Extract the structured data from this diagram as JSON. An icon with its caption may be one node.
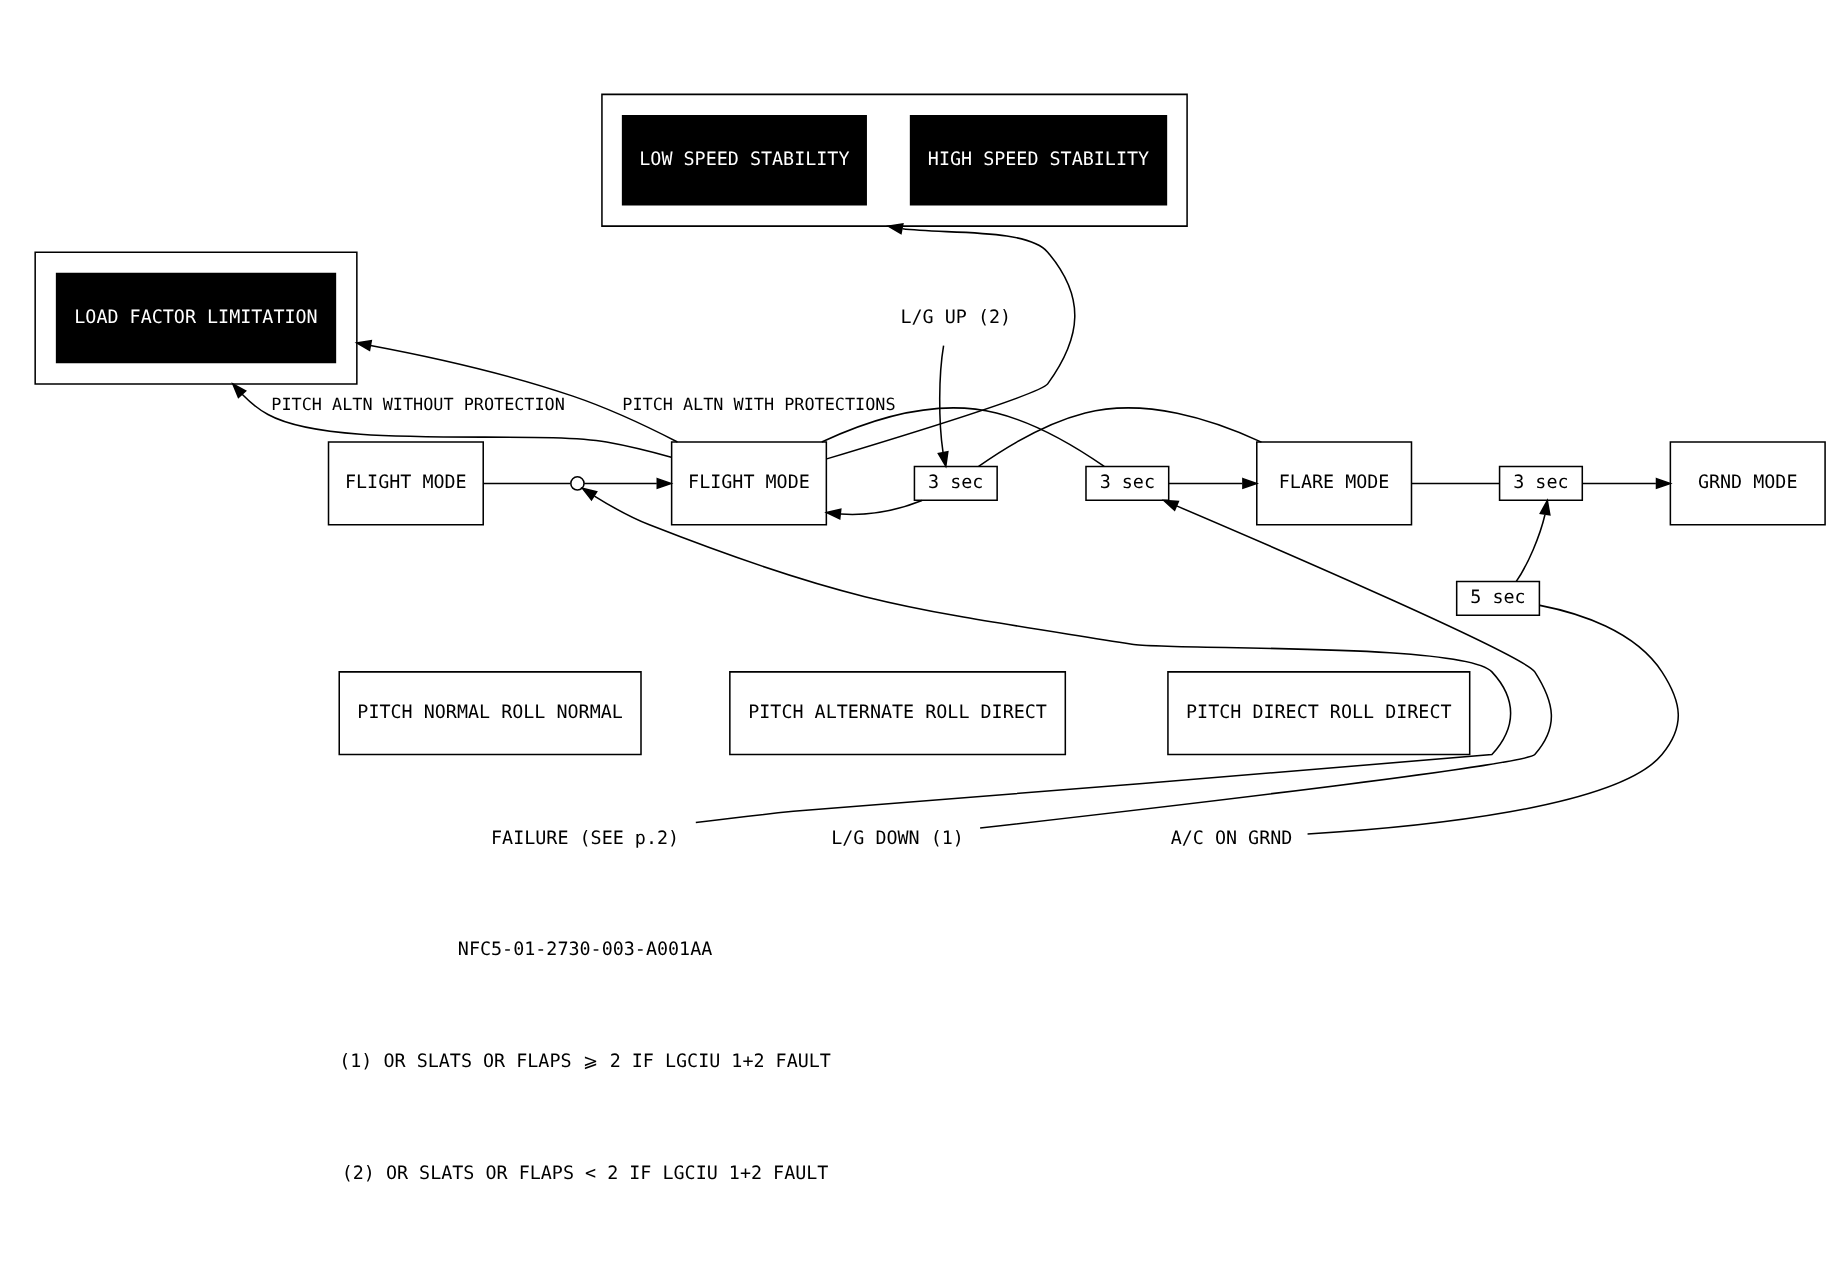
{
  "diagram": {
    "nodes": [
      {
        "text": [],
        "shape": "box"
      },
      {
        "text": [
          "LOAD FACTOR LIMITATION"
        ],
        "in": 0
      },
      {
        "text": [],
        "shape": "box"
      },
      {
        "text": [
          "LOW SPEED STABILITY"
        ],
        "in": 2
      },
      {
        "text": [
          "HIGH SPEED STABILITY"
        ],
        "in": 2
      },
      {
        "text": [
          "FLIGHT MODE"
        ]
      },
      {
        "text": [
          "FLIGHT MODE"
        ]
      },
      {
        "text": [
          "3 sec"
        ]
      },
      {
        "text": [
          "3 sec"
        ]
      },
      {
        "text": [
          "FLARE MODE"
        ]
      },
      {
        "text": [
          "3 sec"
        ]
      },
      {
        "text": [
          "GRND MODE"
        ]
      },
      {
        "text": [
          "5 sec"
        ]
      },
      {
        "text": [
          "PITCH NORMAL ROLL NORMAL"
        ]
      },
      {
        "text": [
          "PITCH ALTERNATE ROLL DIRECT"
        ]
      },
      {
        "text": [
          "PITCH DIRECT ROLL DIRECT"
        ]
      },
      {
        "text": [
          "L/G UP (2)"
        ]
      },
      {
        "text": [
          "L/G DOWN (1)"
        ]
      },
      {
        "text": [
          "FAILURE (SEE p.2)"
        ]
      },
      {
        "text": [
          "A/C ON GRND"
        ]
      },
      {
        "text": [],
        "shape": "switch"
      }
    ],
    "edges": [
      {
        "from": 6,
        "to": 0,
        "arrow": "to",
        "label": "PITCH ALTN WITHOUT PROTECTION"
      },
      {
        "from": 6,
        "to": 0,
        "arrow": "to",
        "label": "PITCH ALTN WITH PROTECTIONS"
      },
      {
        "from": 6,
        "to": 2,
        "arrow": "to"
      },
      {
        "from": 5,
        "to": 20,
        "arrow": "none"
      },
      {
        "from": 20,
        "to": 6,
        "arrow": "to"
      },
      {
        "from": 18,
        "to": 20,
        "arrow": "to"
      },
      {
        "from": 9,
        "to": 7,
        "arrow": "none"
      },
      {
        "from": 7,
        "to": 6,
        "arrow": "to"
      },
      {
        "from": 6,
        "to": 8,
        "arrow": "none"
      },
      {
        "from": 8,
        "to": 9,
        "arrow": "to"
      },
      {
        "from": 16,
        "to": 7,
        "arrow": "to"
      },
      {
        "from": 17,
        "to": 8,
        "arrow": "to"
      },
      {
        "from": 9,
        "to": 10,
        "arrow": "none"
      },
      {
        "from": 10,
        "to": 11,
        "arrow": "to"
      },
      {
        "from": 12,
        "to": 10,
        "arrow": "to"
      },
      {
        "from": 19,
        "to": 12,
        "arrow": "none"
      }
    ],
    "labels": [
      "NFC5-01-2730-003-A001AA",
      "(1) OR SLATS OR FLAPS ⩾ 2 IF LGCIU 1+2 FAULT",
      "(2) OR SLATS OR FLAPS < 2 IF LGCIU 1+2 FAULT"
    ]
  }
}
